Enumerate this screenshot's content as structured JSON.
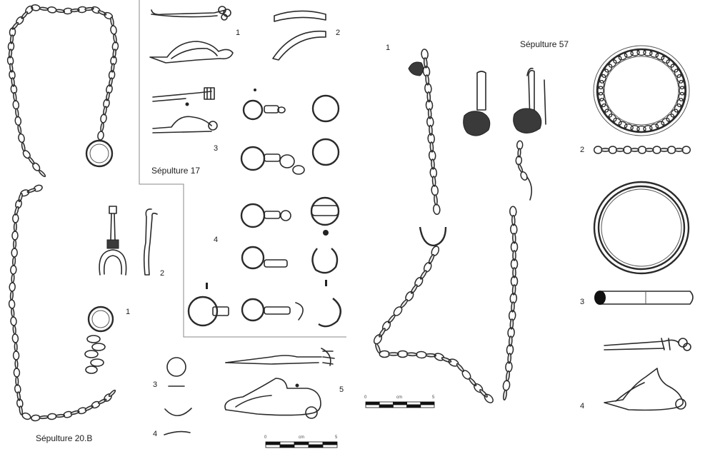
{
  "plate": {
    "groups": [
      {
        "title": "Sépulture 20.B",
        "numbers": [
          "1",
          "2",
          "3",
          "4"
        ]
      },
      {
        "title": "Sépulture 17",
        "numbers": [
          "1",
          "2",
          "3",
          "4",
          "5"
        ]
      },
      {
        "title": "Sépulture 57",
        "numbers": [
          "1",
          "2",
          "3",
          "4"
        ]
      }
    ],
    "scale_bars": [
      {
        "ticks": [
          "0",
          "cm",
          "5"
        ]
      },
      {
        "ticks": [
          "0",
          "cm",
          "5"
        ]
      }
    ]
  }
}
